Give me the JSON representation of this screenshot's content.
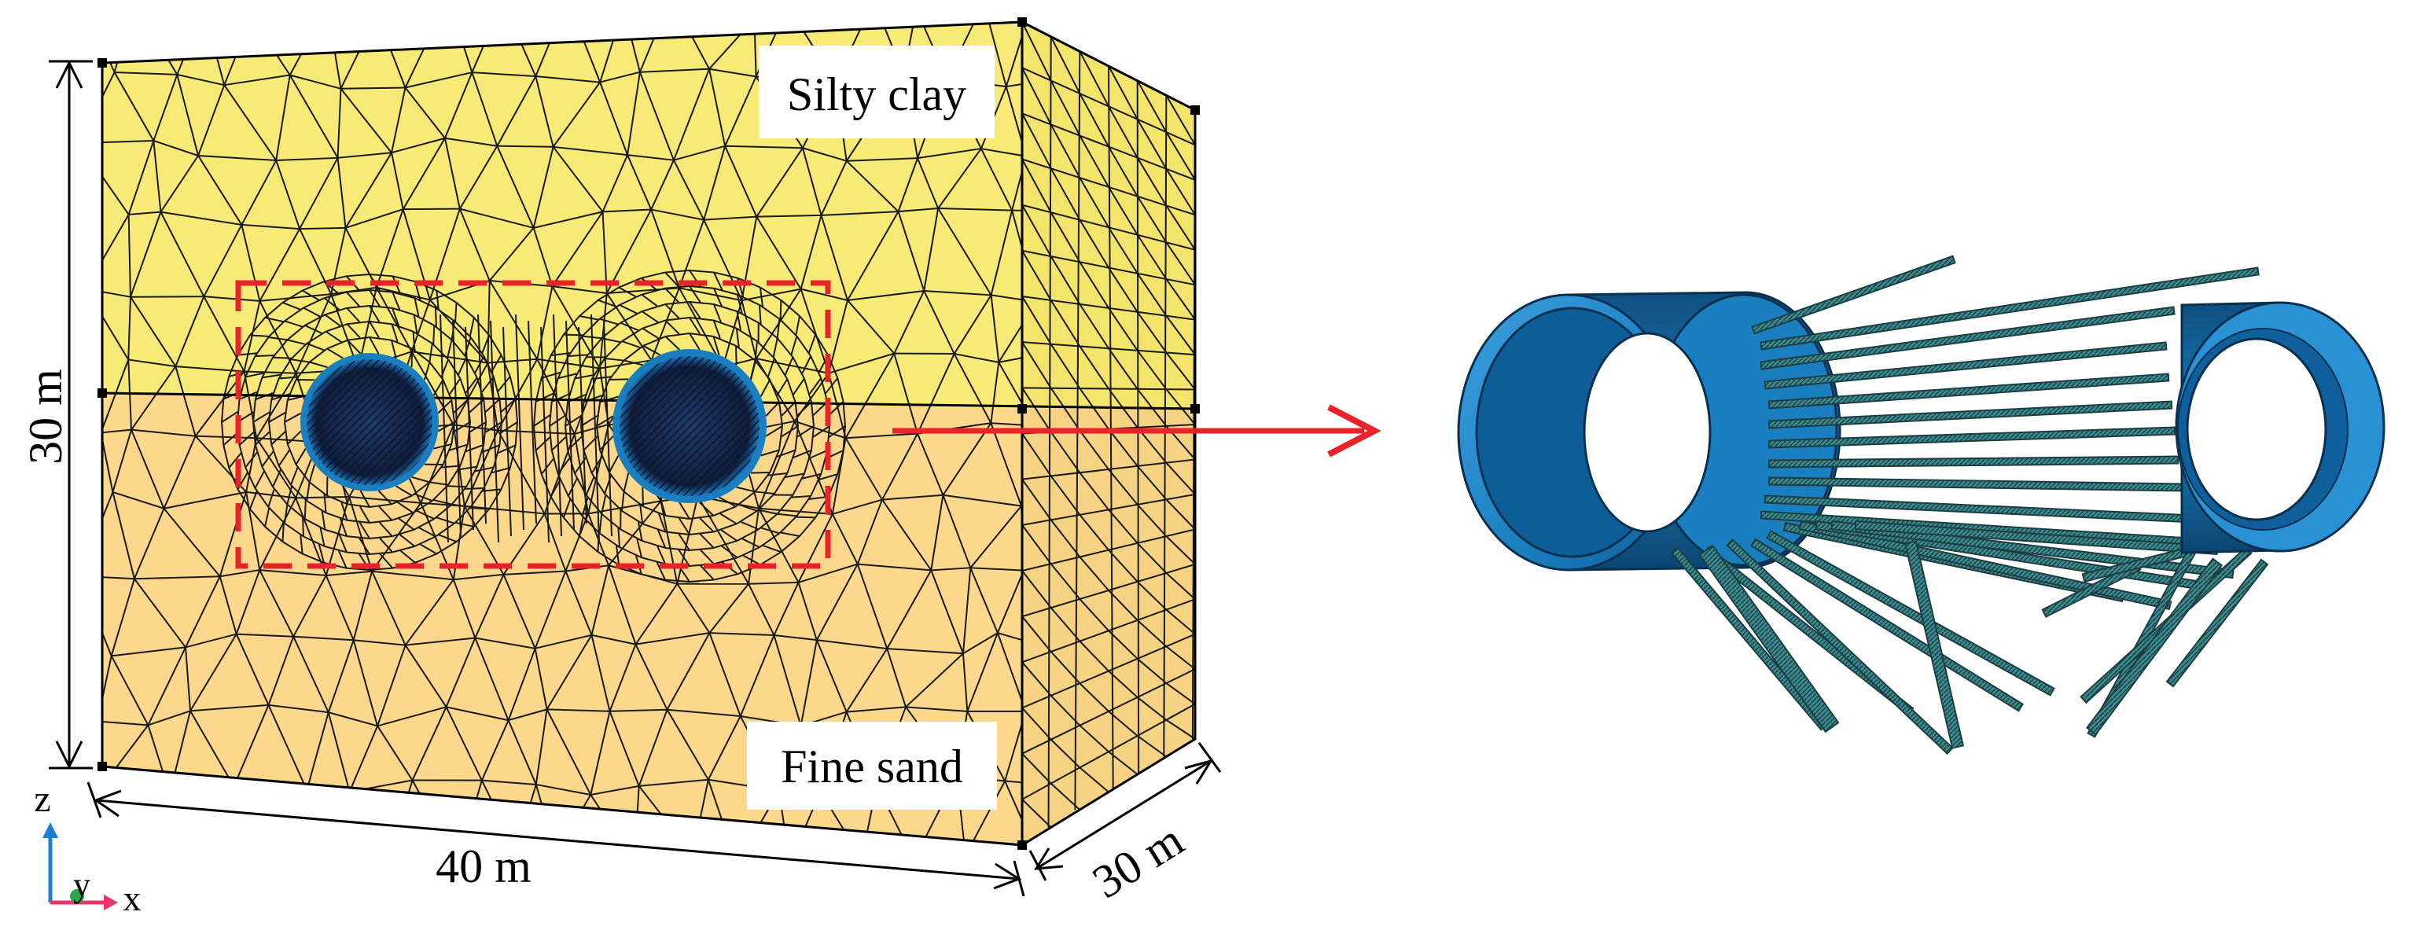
{
  "diagram": {
    "layers": {
      "top_label": "Silty clay",
      "bottom_label": "Fine sand"
    },
    "dimensions": {
      "height_label": "30 m",
      "width_label": "40 m",
      "depth_label": "30 m"
    },
    "axes": {
      "z_label": "z",
      "y_label": "y",
      "x_label": "x"
    },
    "colors": {
      "silty_clay": "#f7ea76",
      "fine_sand": "#fbd88b",
      "tunnel_ring": "#1a7fc0",
      "tunnel_inner_dark": "#12305e",
      "highlight_box": "#e8242a",
      "anchor_rod": "#3a8a90",
      "axis_z": "#1d7fd1",
      "axis_x": "#e8366b",
      "axis_y": "#2aa84a"
    },
    "icons": {
      "callout_arrow": "arrow-right-icon",
      "coordinate_triad": "axes-triad-icon"
    }
  }
}
